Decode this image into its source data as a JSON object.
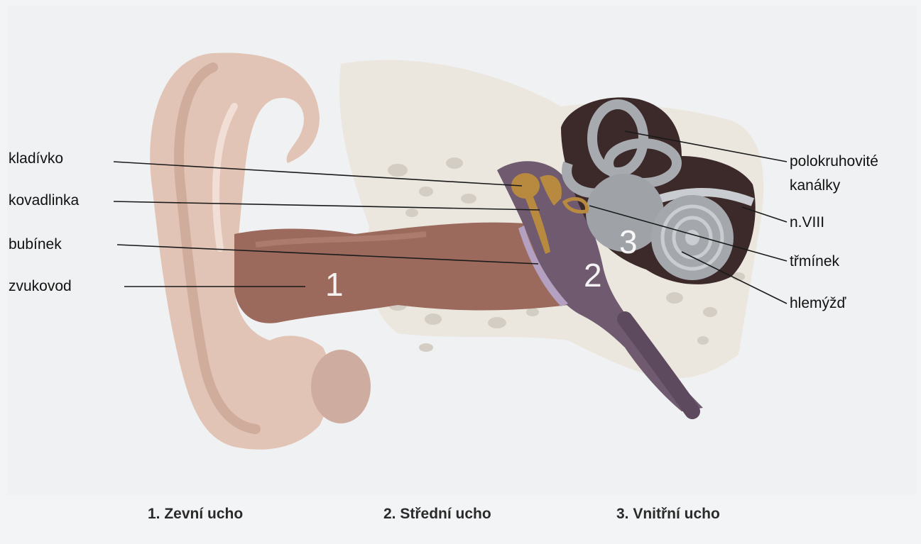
{
  "labels": {
    "left": [
      "kladívko",
      "kovadlinka",
      "bubínek",
      "zvukovod"
    ],
    "right": [
      "polokruhovité",
      "kanálky",
      "n.VIII",
      "třmínek",
      "hlemýžď"
    ]
  },
  "region_numbers": [
    "1",
    "2",
    "3"
  ],
  "captions": [
    "1. Zevní ucho",
    "2. Střední ucho",
    "3. Vnitřní ucho"
  ],
  "colors": {
    "background": "#f3f4f5",
    "skin": "#e2c4b6",
    "canal": "#9b6a5c",
    "bone": "#ebe7df",
    "middle_ear": "#6f5a70",
    "ossicles": "#b88a3f",
    "inner_ear": "#9fa3a8"
  }
}
